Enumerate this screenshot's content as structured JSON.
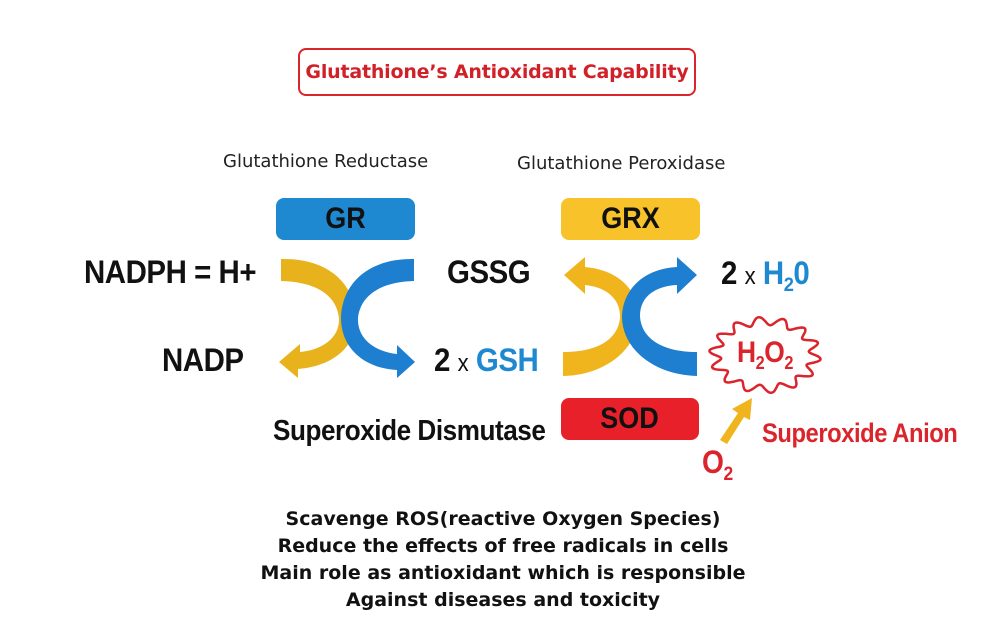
{
  "title": "Glutathione’s Antioxidant Capability",
  "colors": {
    "title_red": "#d12128",
    "gr_blue": "#1e88d0",
    "grx_yellow": "#f7c22a",
    "sod_red": "#e8202a",
    "arrow_yellow": "#e8b21c",
    "arrow_blue": "#1e7fd0"
  },
  "left_cycle": {
    "enzyme_full_name": "Glutathione Reductase",
    "enzyme_abbrev": "GR",
    "top_left_label": "NADPH = H+",
    "bottom_left_label": "NADP",
    "top_right_label": "GSSG",
    "bottom_right_label": {
      "coefficient": "2",
      "times": "x",
      "species": "GSH"
    }
  },
  "right_cycle": {
    "enzyme_full_name": "Glutathione Peroxidase",
    "enzyme_abbrev": "GRX",
    "top_right_label": {
      "coefficient": "2",
      "times": "x",
      "species_main": "H",
      "species_sub": "2",
      "species_tail": "0"
    },
    "burst_label": {
      "h": "H",
      "sub1": "2",
      "o": "O",
      "sub2": "2"
    }
  },
  "sod": {
    "full_name": "Superoxide Dismutase",
    "abbrev": "SOD"
  },
  "superoxide": {
    "label": "Superoxide Anion",
    "o": "O",
    "sub": "2"
  },
  "summary_lines": [
    "Scavenge ROS(reactive Oxygen Species)",
    "Reduce the effects of free radicals in cells",
    "Main role as antioxidant which is responsible",
    "Against diseases and toxicity"
  ]
}
